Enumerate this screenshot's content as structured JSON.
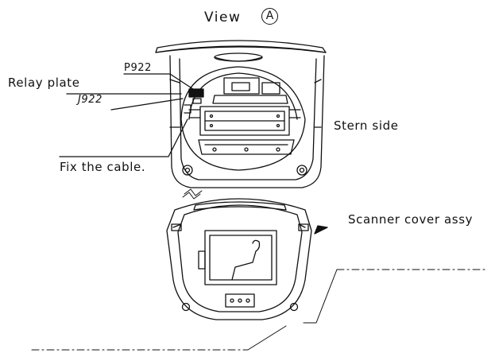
{
  "view": {
    "title": "View",
    "mark": "A"
  },
  "labels": {
    "p922": "P922",
    "relay_plate": "Relay plate",
    "j922": "J922",
    "stern_side": "Stern side",
    "fix_cable": "Fix the cable.",
    "scanner_cover": "Scanner cover assy"
  },
  "colors": {
    "ink": "#111111",
    "background": "#ffffff",
    "gray": "#777777"
  }
}
